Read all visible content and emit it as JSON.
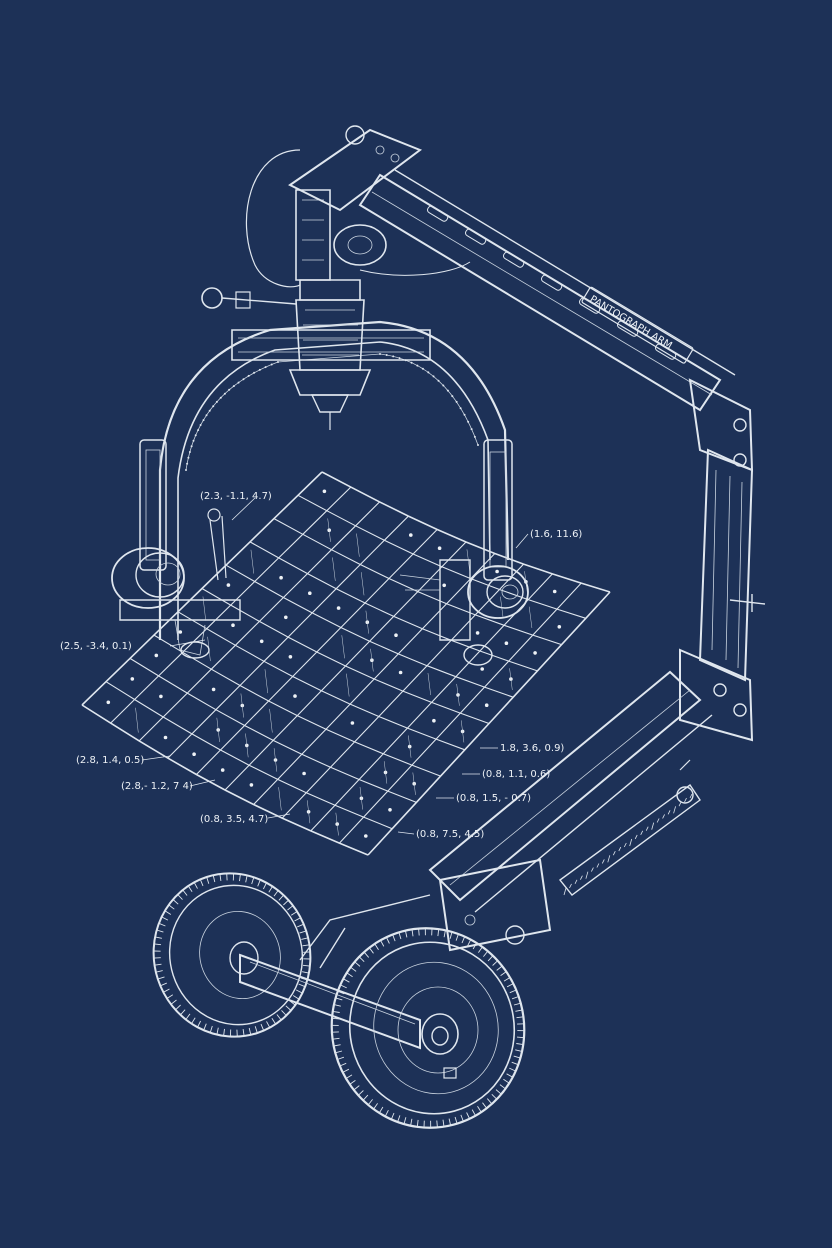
{
  "arm_plate_text": "PANTOGRAPH ARM",
  "colors": {
    "background": "#1d3157",
    "ink": "#dfe6ee"
  },
  "coordinate_labels": [
    "(2.3, -1.1, 4.7)",
    "(1.6, 11.6)",
    "(2.5, -3.4, 0.1)",
    "(2.8, 1.4, 0.5)",
    "(2.8,- 1.2, 7 4)",
    "1.8, 3.6, 0.9)",
    "(0.8, 1.1, 0.6)",
    "(0.8, 1.5, - 0.7)",
    "(0.8, 3.5, 4.7)",
    "(0.8, 7.5, 4.5)"
  ]
}
